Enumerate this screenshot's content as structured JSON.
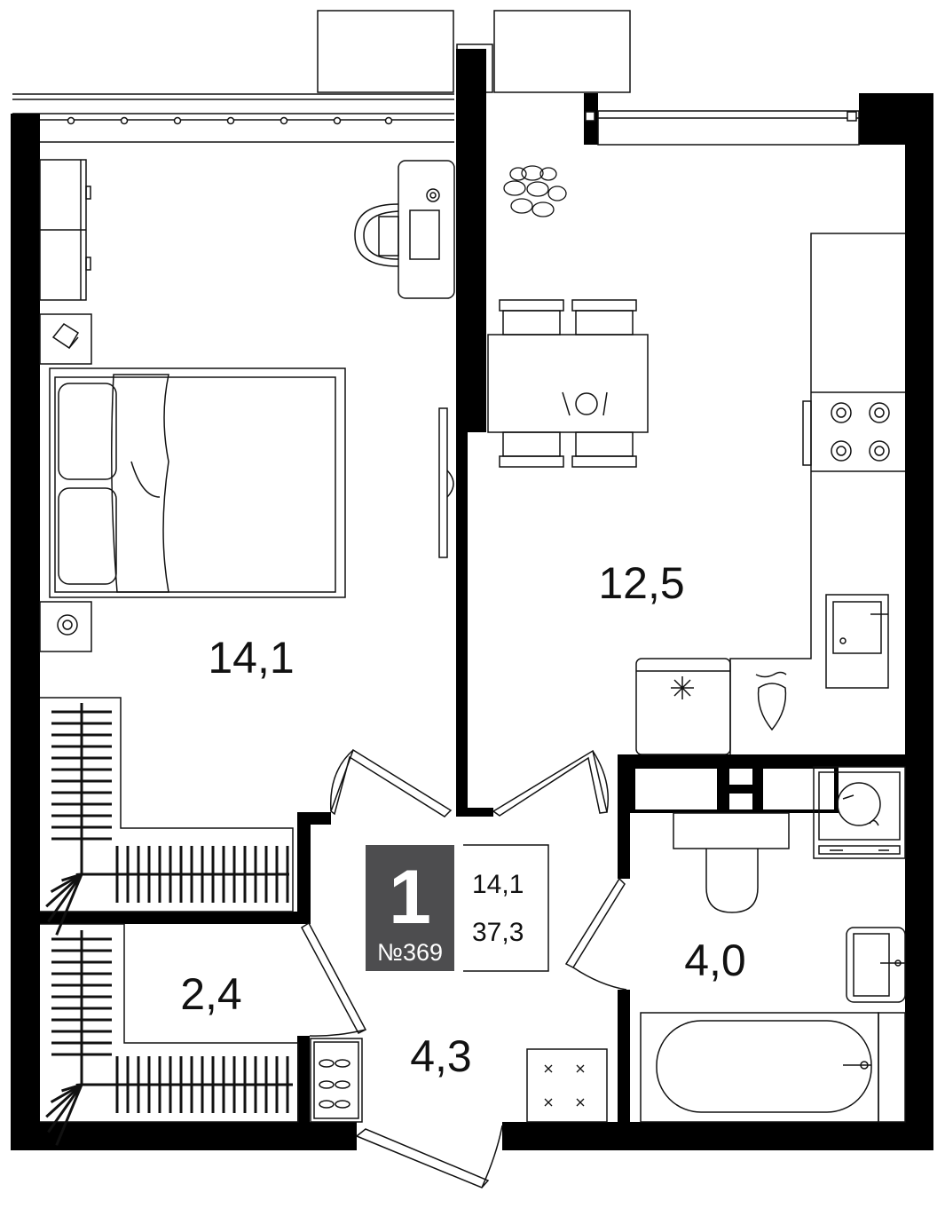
{
  "rooms": {
    "bedroom": {
      "area": "14,1"
    },
    "kitchen": {
      "area": "12,5"
    },
    "wardrobe": {
      "area": "2,4"
    },
    "hall": {
      "area": "4,3"
    },
    "bathroom": {
      "area": "4,0"
    }
  },
  "info": {
    "rooms_count": "1",
    "apartment_number": "№369",
    "living_area": "14,1",
    "total_area": "37,3"
  },
  "colors": {
    "wall": "#000000",
    "badge": "#4d4d4f",
    "line": "#111111",
    "background": "#ffffff"
  },
  "icons": [
    "plant-icon",
    "stove-icon",
    "fridge-icon",
    "sink-icon",
    "toilet-icon",
    "bathtub-icon",
    "washing-machine-icon",
    "bed-icon",
    "desk-icon",
    "chair-icon",
    "shoes-icon",
    "clothes-rack-icon"
  ]
}
